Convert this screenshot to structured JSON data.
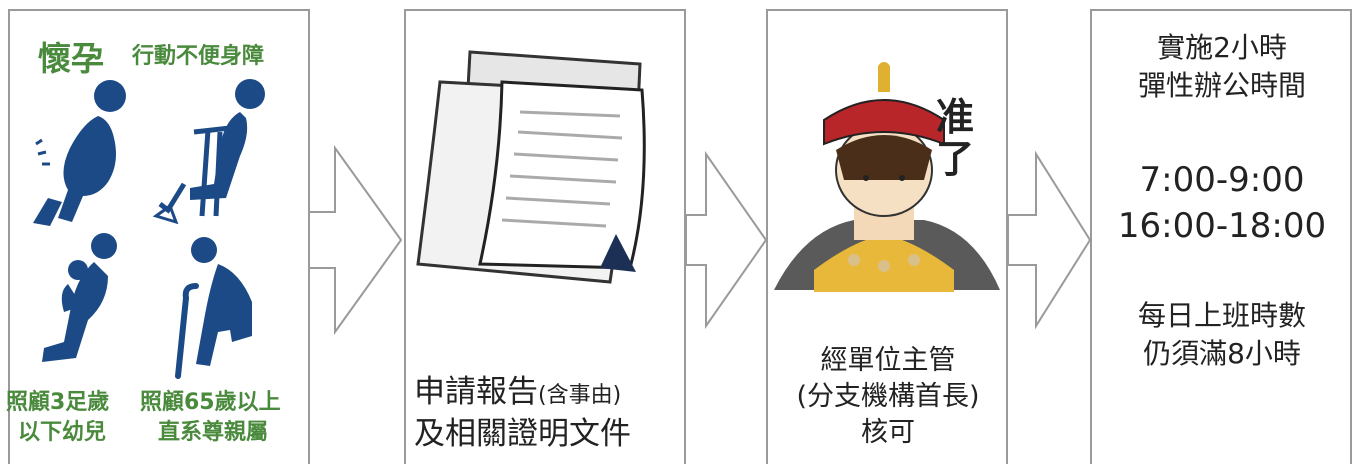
{
  "step1": {
    "title_pregnant": "懷孕",
    "title_disabled": "行動不便身障",
    "label_child_1": "照顧3足歲",
    "label_child_2": "以下幼兒",
    "label_elder_1": "照顧65歲以上",
    "label_elder_2": "直系尊親屬"
  },
  "step2": {
    "line1_main": "申請報告",
    "line1_small": "(含事由)",
    "line2": "及相關證明文件"
  },
  "step3": {
    "stamp": "准了",
    "line1": "經單位主管",
    "line2": "(分支機構首長)",
    "line3": "核可"
  },
  "step4": {
    "line1": "實施2小時",
    "line2": "彈性辦公時間",
    "time1": "7:00-9:00",
    "time2": "16:00-18:00",
    "note1": "每日上班時數",
    "note2": "仍須滿8小時"
  },
  "colors": {
    "green": "#4a8a3c",
    "icon_blue": "#1c4a86",
    "border": "#9a9a9a"
  }
}
